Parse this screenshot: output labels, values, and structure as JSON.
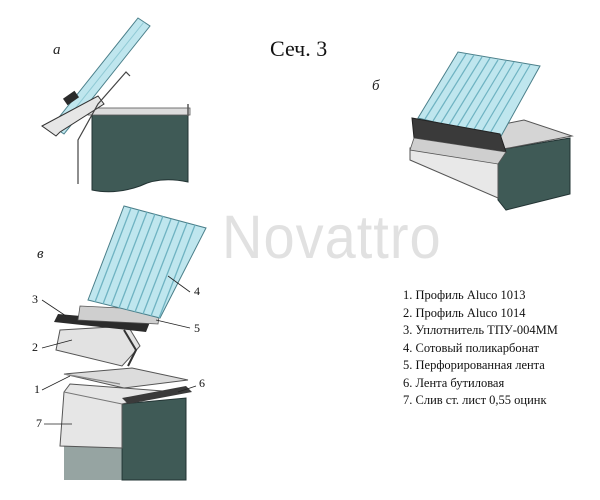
{
  "title": "Сеч. 3",
  "views": {
    "a": "а",
    "b": "б",
    "v": "в"
  },
  "watermark": "Novattro",
  "callouts": [
    "1",
    "2",
    "3",
    "4",
    "5",
    "6",
    "7"
  ],
  "legend": [
    "1. Профиль Aluco 1013",
    "2. Профиль Aluco 1014",
    "3. Уплотнитель ТПУ-004ММ",
    "4. Сотовый поликарбонат",
    "5. Перфорированная лента",
    "6. Лента бутиловая",
    "7. Слив ст. лист 0,55 оцинк"
  ],
  "colors": {
    "wall": "#3f5a56",
    "polycarbonate": "#bfe6ee",
    "rib": "#6fb3c2",
    "profile": "#d9d9d9",
    "dark": "#2b2b2b"
  }
}
